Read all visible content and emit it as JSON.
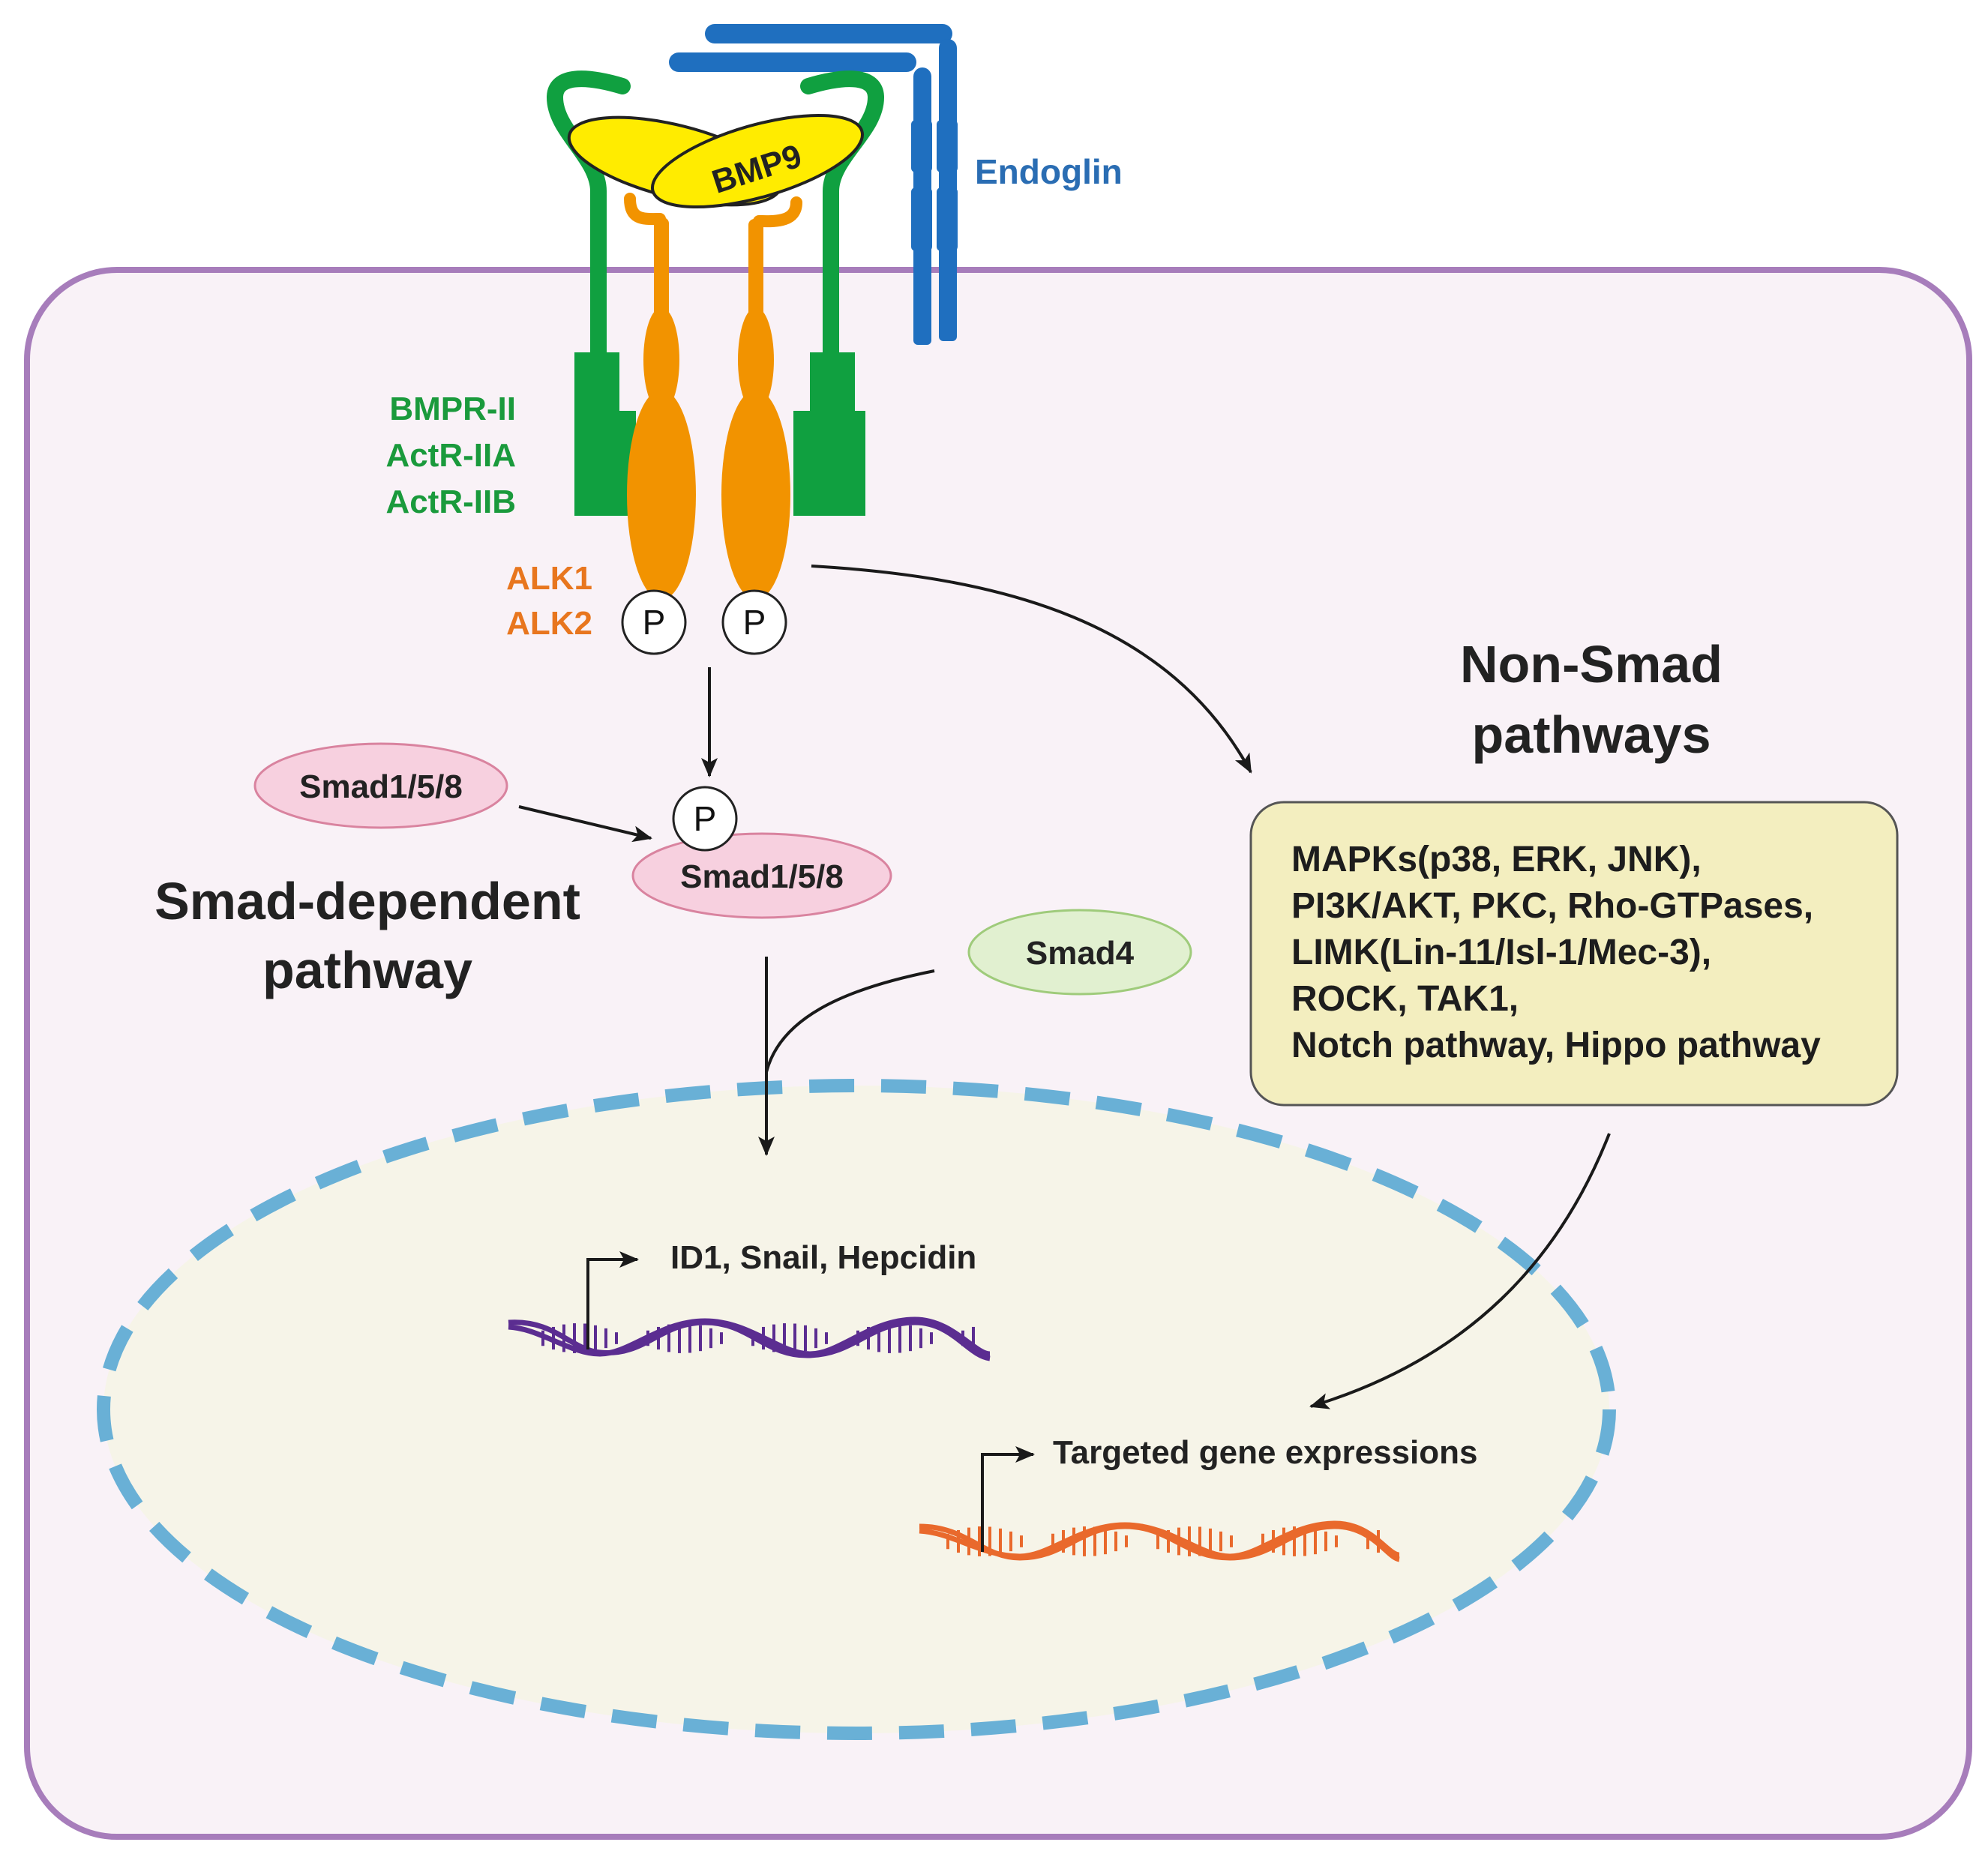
{
  "labels": {
    "endoglin": "Endoglin",
    "bmp9": "BMP9",
    "type2_receptors": [
      "BMPR-II",
      "ActR-IIA",
      "ActR-IIB"
    ],
    "type1_receptors": [
      "ALK1",
      "ALK2"
    ],
    "phospho": "P",
    "smad158_free": "Smad1/5/8",
    "smad158_bound": "Smad1/5/8",
    "smad4": "Smad4",
    "smad_dependent": [
      "Smad-dependent",
      "pathway"
    ],
    "non_smad": [
      "Non-Smad",
      "pathways"
    ],
    "non_smad_list": [
      "MAPKs(p38, ERK, JNK),",
      "PI3K/AKT, PKC, Rho-GTPases,",
      "LIMK(Lin-11/Isl-1/Mec-3),",
      "ROCK, TAK1,",
      "Notch pathway, Hippo pathway"
    ],
    "target_genes_smad": "ID1, Snail, Hepcidin",
    "target_genes_non_smad": "Targeted gene expressions"
  },
  "colors": {
    "cell_border": "#a77dbb",
    "cell_fill": "#f9f2f7",
    "nucleus_border": "#69b0d6",
    "nucleus_fill": "#f6f4e8",
    "endoglin": "#1f6fbf",
    "bmp9": "#ffec00",
    "type2_receptor": "#10a040",
    "type1_receptor": "#f29300",
    "smad158": "#f7d0df",
    "smad4": "#e1f0d0",
    "non_smad_box": "#f3eebf",
    "dna_smad": "#5b2d91",
    "dna_non_smad": "#e9692c"
  }
}
